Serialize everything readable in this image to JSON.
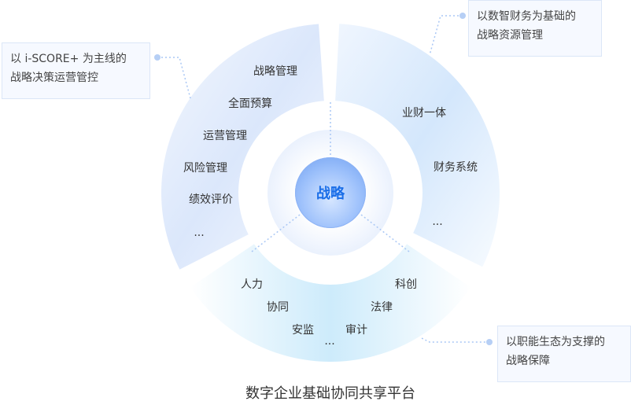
{
  "center": {
    "label": "战略"
  },
  "left_segment": {
    "items": [
      "战略管理",
      "全面预算",
      "运营管理",
      "风险管理",
      "绩效评价",
      "..."
    ]
  },
  "right_segment": {
    "items": [
      "业财一体",
      "财务系统",
      "..."
    ]
  },
  "bottom_segment": {
    "items": [
      "人力",
      "协同",
      "安监",
      "科创",
      "法律",
      "审计",
      "..."
    ]
  },
  "notes": {
    "left": [
      "以 i-SCORE+ 为主线的",
      "战略决策运营管控"
    ],
    "right": [
      "以数智财务为基础的",
      "战略资源管理"
    ],
    "bottom": [
      "以职能生态为支撑的",
      "战略保障"
    ]
  },
  "footer": {
    "title": "数字企业基础协同共享平台"
  },
  "colors": {
    "accent": "#1a6ee8",
    "ring": "#dbe8fb",
    "note_bg": "#f6f9ff"
  }
}
